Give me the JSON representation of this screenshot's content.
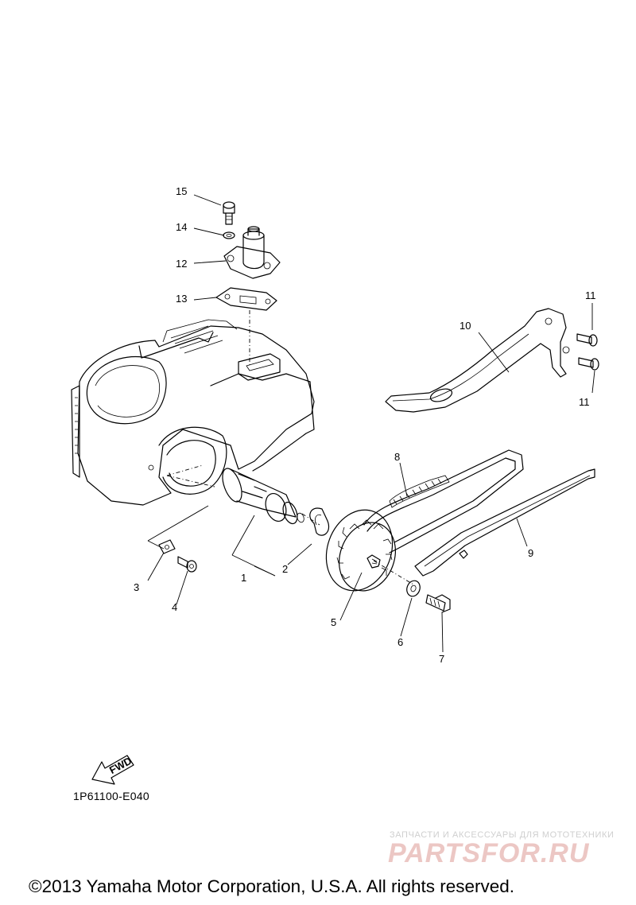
{
  "callouts": [
    {
      "number": "1"
    },
    {
      "number": "2"
    },
    {
      "number": "3"
    },
    {
      "number": "4"
    },
    {
      "number": "5"
    },
    {
      "number": "6"
    },
    {
      "number": "7"
    },
    {
      "number": "8"
    },
    {
      "number": "9"
    },
    {
      "number": "10"
    },
    {
      "number": "11"
    },
    {
      "number": "11"
    },
    {
      "number": "12"
    },
    {
      "number": "13"
    },
    {
      "number": "14"
    },
    {
      "number": "15"
    }
  ],
  "fwd_label": "FWD",
  "diagram_code": "1P61100-E040",
  "watermark": {
    "tagline": "ЗАПЧАСТИ И АКСЕССУАРЫ ДЛЯ МОТОТЕХНИКИ",
    "brand": "PARTSFOR.RU"
  },
  "copyright": "©2013 Yamaha Motor Corporation, U.S.A. All rights reserved."
}
